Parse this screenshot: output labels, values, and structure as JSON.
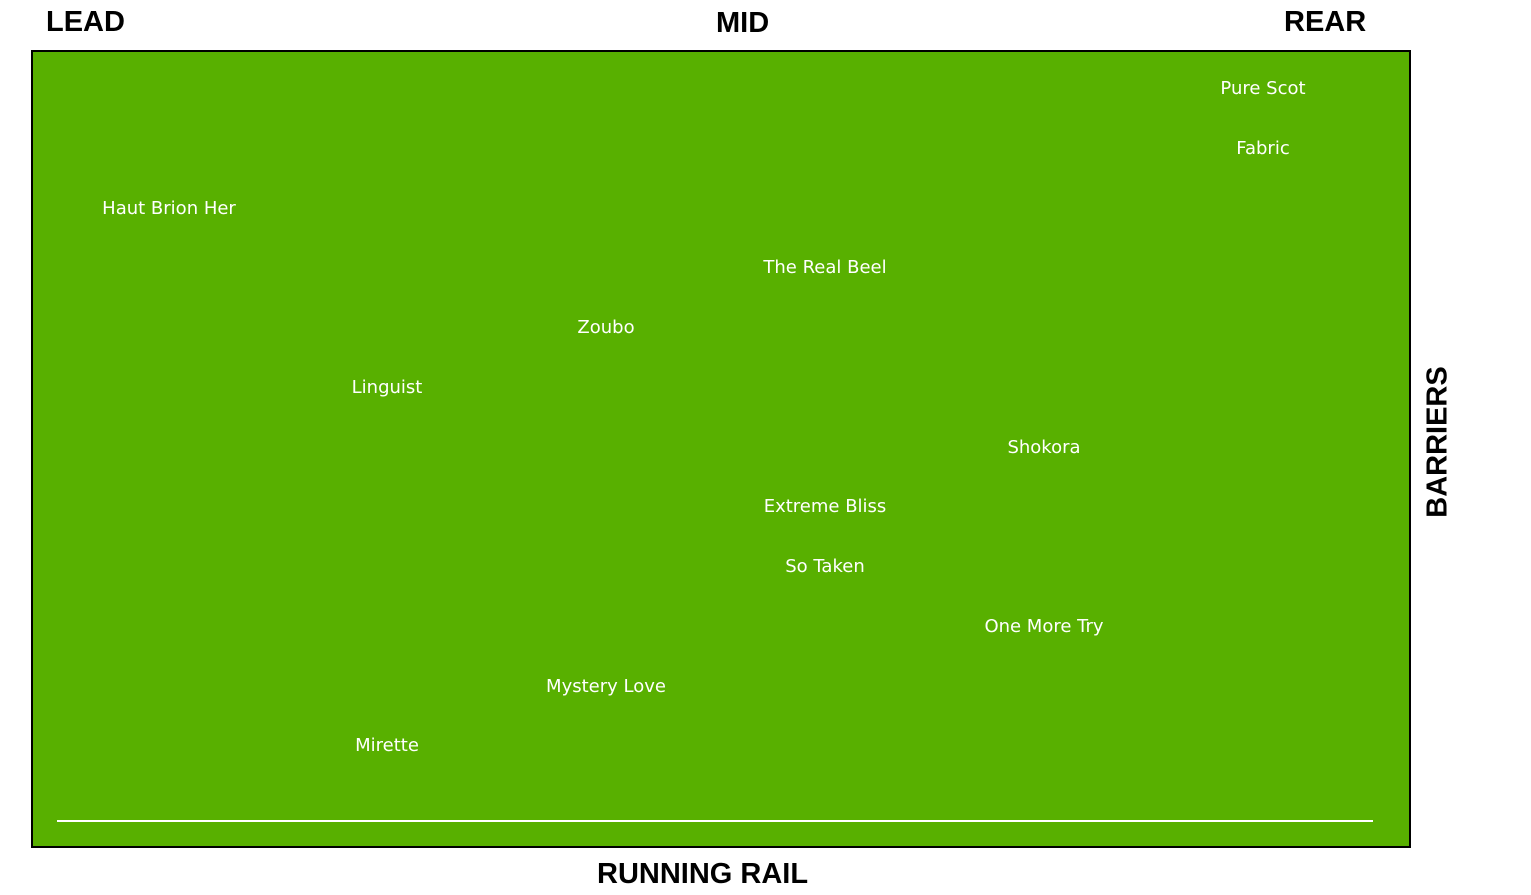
{
  "labels": {
    "lead": "LEAD",
    "mid": "MID",
    "rear": "REAR",
    "barriers": "BARRIERS",
    "running_rail": "RUNNING RAIL"
  },
  "colors": {
    "field": "#58b000",
    "rail": "#ffffff",
    "runner_text": "#ffffff"
  },
  "runners": [
    "Pure Scot",
    "Fabric",
    "Haut Brion Her",
    "The Real Beel",
    "Zoubo",
    "Linguist",
    "Shokora",
    "Extreme Bliss",
    "So Taken",
    "One More Try",
    "Mystery Love",
    "Mirette"
  ]
}
